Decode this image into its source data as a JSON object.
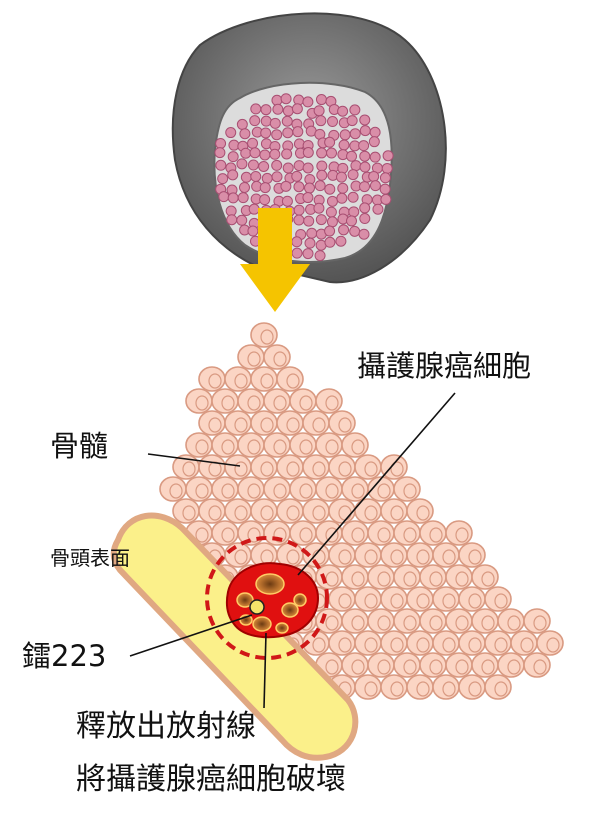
{
  "labels": {
    "prostate_cancer_cells": "攝護腺癌細胞",
    "bone_marrow": "骨髓",
    "bone_surface": "骨頭表面",
    "radium": "鐳223",
    "caption_line1": "釋放出放射線",
    "caption_line2": "將攝護腺癌細胞破壞"
  },
  "colors": {
    "bone_shell": "#7d7d7d",
    "bone_inner": "#dcdcdc",
    "marrow_cell_outer": "#d98ea8",
    "marrow_cell_inner": "#a84f72",
    "arrow": "#f5c400",
    "tissue_cell_fill": "#fbd5c4",
    "tissue_cell_stroke": "#d99a82",
    "bone_surface_fill": "#fbf08a",
    "bone_surface_stroke": "#e0a882",
    "tumor_red": "#e01010",
    "tumor_core": "#b06a2a",
    "dashed_ring": "#d01818"
  }
}
